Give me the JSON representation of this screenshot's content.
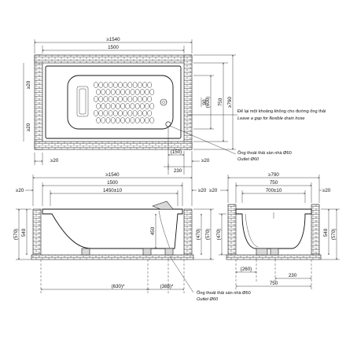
{
  "dimensions": {
    "top_overall": "≥1540",
    "top_inner": "1500",
    "top_left_wall": "≥20",
    "top_left_wall_lower": "≥20",
    "top_bottom_wall": "≥20",
    "top_right_wall": "≥20",
    "top_bottom_150": "(150)",
    "top_bottom_230": "230",
    "top_right_90": "90",
    "top_right_600": "(600)",
    "top_right_750": "750",
    "top_right_790": "≥790",
    "side_overall": "≥1540",
    "side_inner": "1500",
    "side_basin": "1450±10",
    "side_left_wall": "≥20",
    "side_right_wall": "≥20",
    "side_570_left": "(570)",
    "side_540_left": "540",
    "side_450": "450",
    "side_470_right": "(470)",
    "side_570_right": "(570)",
    "side_630": "(630)*",
    "side_388": "(388)*",
    "end_overall": "≥790",
    "end_inner": "750",
    "end_basin": "700±10",
    "end_left_wall": "≥20",
    "end_right_wall": "≥20",
    "end_470": "(470)",
    "end_540": "540",
    "end_570": "(570)",
    "end_260": "(260)",
    "end_230": "230",
    "end_750": "750"
  },
  "notes": {
    "gap_vi": "Để lại một khoảng không cho đường ống thải",
    "gap_en": "Leave a gap for flexible drain hose",
    "outlet_top_vi": "Ống thoát thải sàn nhà Ø60",
    "outlet_top_en": "Outlet Ø60",
    "outlet_side_vi": "Ống thoát thải sàn nhà Ø60",
    "outlet_side_en": "Outlet Ø60"
  }
}
